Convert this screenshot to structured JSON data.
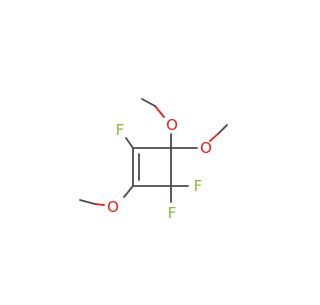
{
  "molecule": {
    "atoms": {
      "f_top": "F",
      "f_right": "F",
      "f_bottom": "F",
      "o_top": "O",
      "o_right": "O",
      "o_left": "O"
    }
  },
  "colors": {
    "bond": "#4a4a4a",
    "fluorine": "#8bb83a",
    "oxygen": "#e0231a",
    "background": "#ffffff"
  }
}
